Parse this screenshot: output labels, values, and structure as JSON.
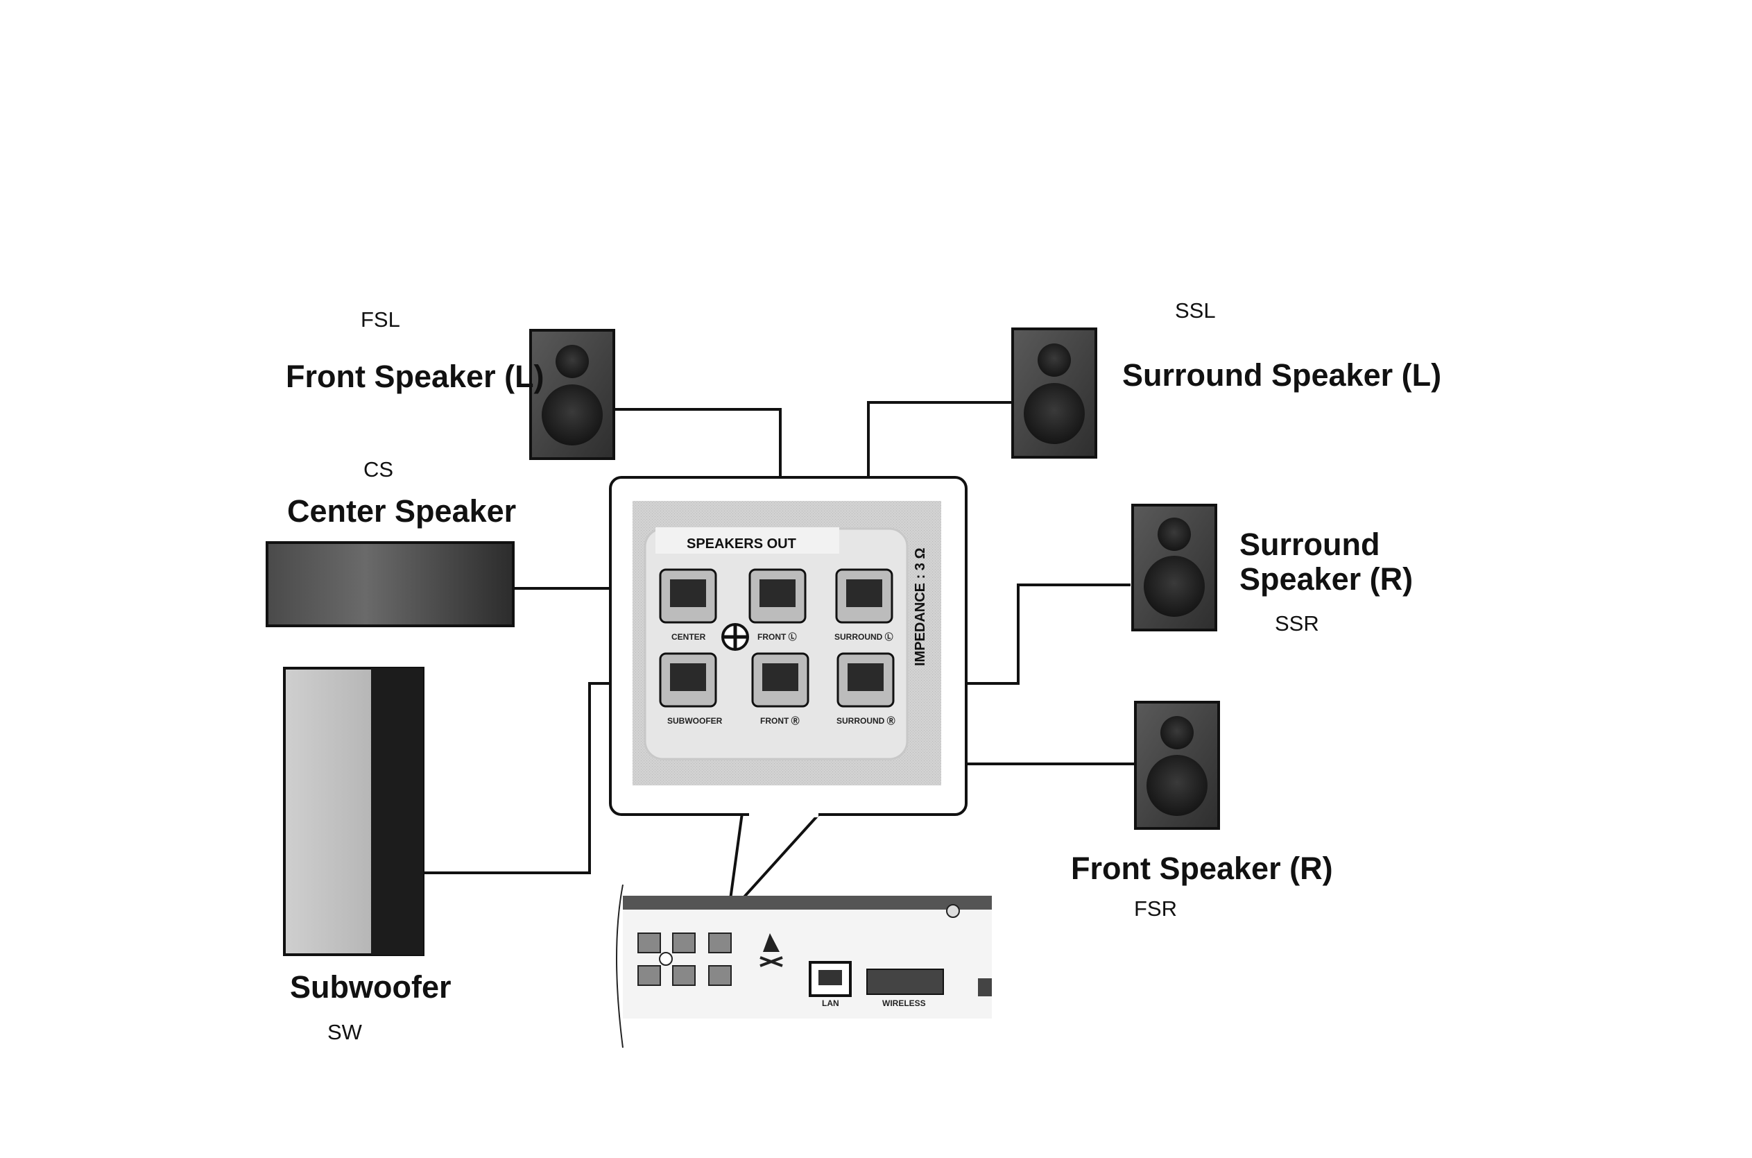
{
  "speakers": {
    "front_left": {
      "name": "Front Speaker (L)",
      "code": "FSL"
    },
    "surround_left": {
      "name": "Surround Speaker (L)",
      "code": "SSL"
    },
    "center": {
      "name": "Center Speaker",
      "code": "CS"
    },
    "surround_right": {
      "name_line1": "Surround",
      "name_line2": "Speaker (R)",
      "code": "SSR"
    },
    "front_right": {
      "name": "Front Speaker (R)",
      "code": "FSR"
    },
    "subwoofer": {
      "name": "Subwoofer",
      "code": "SW"
    }
  },
  "panel": {
    "title": "SPEAKERS OUT",
    "impedance": "IMPEDANCE : 3 Ω",
    "jacks": {
      "center": "CENTER",
      "front_l": "FRONT Ⓛ",
      "surround_l": "SURROUND Ⓛ",
      "subwoofer": "SUBWOOFER",
      "front_r": "FRONT Ⓡ",
      "surround_r": "SURROUND Ⓡ"
    }
  },
  "unit": {
    "lan": "LAN",
    "wireless": "WIRELESS"
  }
}
